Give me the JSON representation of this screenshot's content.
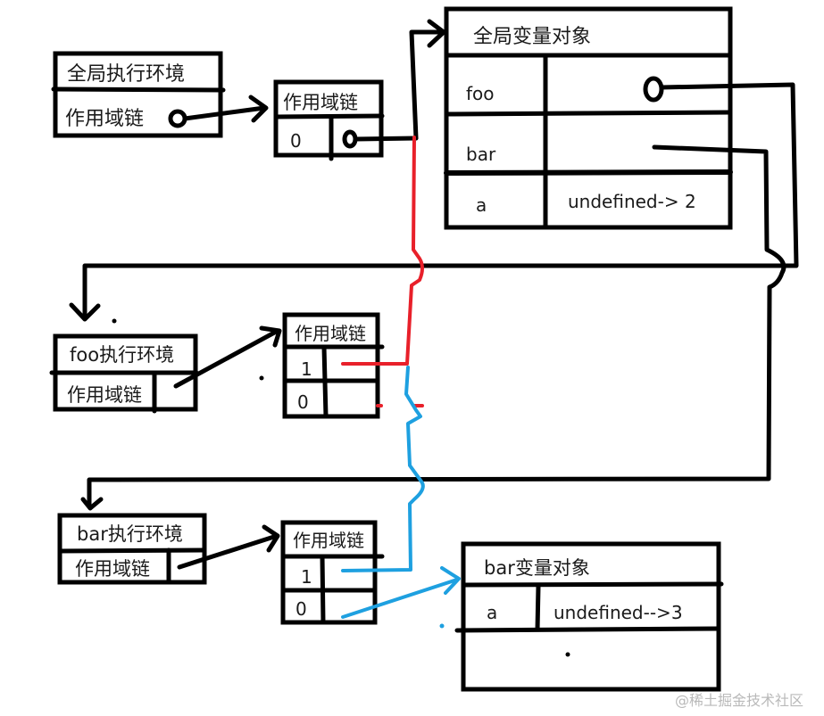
{
  "colors": {
    "ink": "#000000",
    "foo_chain": "#e8202a",
    "bar_chain": "#1ea0e0",
    "watermark": "#b9b9b9"
  },
  "global_ec": {
    "title": "全局执行环境",
    "scope_chain_label": "作用域链"
  },
  "global_scope_chain": {
    "title": "作用域链",
    "rows": [
      {
        "index": "0"
      }
    ]
  },
  "global_vo": {
    "title": "全局变量对象",
    "rows": [
      {
        "name": "foo",
        "value": ""
      },
      {
        "name": "bar",
        "value": ""
      },
      {
        "name": "a",
        "value": "undefined-> 2"
      }
    ]
  },
  "foo_ec": {
    "title": "foo执行环境",
    "scope_chain_label": "作用域链"
  },
  "foo_scope_chain": {
    "title": "作用域链",
    "rows": [
      {
        "index": "1"
      },
      {
        "index": "0"
      }
    ]
  },
  "bar_ec": {
    "title": "bar执行环境",
    "scope_chain_label": "作用域链"
  },
  "bar_scope_chain": {
    "title": "作用域链",
    "rows": [
      {
        "index": "1"
      },
      {
        "index": "0"
      }
    ]
  },
  "bar_vo": {
    "title": "bar变量对象",
    "rows": [
      {
        "name": "a",
        "value": "undefined-->3"
      }
    ]
  },
  "watermark": "@稀土掘金技术社区"
}
